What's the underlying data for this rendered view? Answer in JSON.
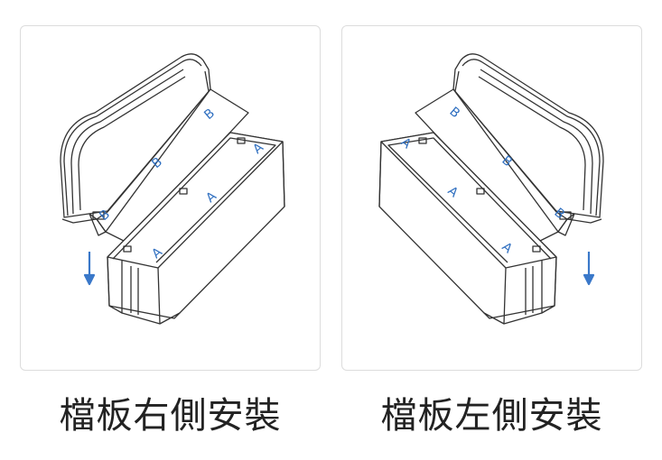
{
  "captions": {
    "left": "檔板右側安裝",
    "right": "檔板左側安裝"
  },
  "labels": {
    "panel_letter": "B",
    "box_letter": "A"
  },
  "colors": {
    "outline": "#333333",
    "label": "#2f6fc0",
    "arrow": "#3a78c9"
  },
  "icons": {
    "arrow": "arrow-down-icon"
  }
}
